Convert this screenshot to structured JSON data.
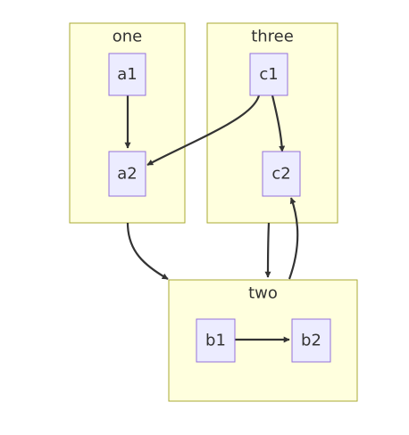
{
  "clusters": {
    "one": {
      "label": "one"
    },
    "three": {
      "label": "three"
    },
    "two": {
      "label": "two"
    }
  },
  "nodes": {
    "a1": {
      "label": "a1"
    },
    "a2": {
      "label": "a2"
    },
    "c1": {
      "label": "c1"
    },
    "c2": {
      "label": "c2"
    },
    "b1": {
      "label": "b1"
    },
    "b2": {
      "label": "b2"
    }
  },
  "edges": [
    {
      "from": "a1",
      "to": "a2"
    },
    {
      "from": "c1",
      "to": "a2"
    },
    {
      "from": "c1",
      "to": "c2"
    },
    {
      "from": "one",
      "to": "two"
    },
    {
      "from": "three",
      "to": "two"
    },
    {
      "from": "two",
      "to": "c2"
    },
    {
      "from": "b1",
      "to": "b2"
    }
  ],
  "colors": {
    "cluster_fill": "#ffffde",
    "cluster_stroke": "#aaaa33",
    "node_fill": "#ececff",
    "node_stroke": "#9370db",
    "edge": "#333333",
    "text": "#333333"
  }
}
